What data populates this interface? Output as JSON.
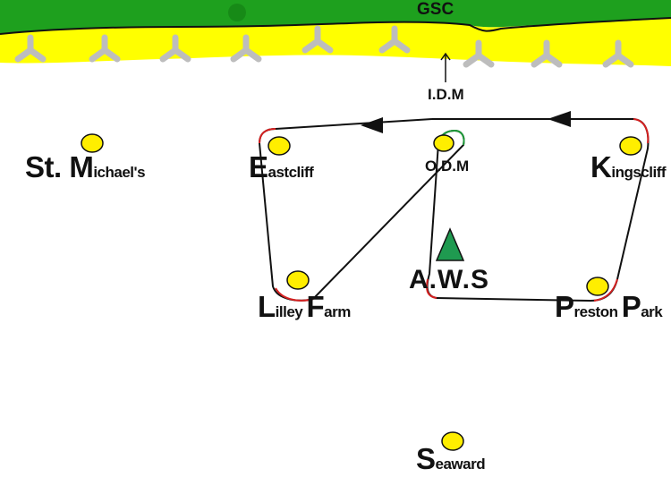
{
  "header": {
    "label": "GSC"
  },
  "markers": {
    "idm": "I.D.M",
    "odm": "O.D.M",
    "aws": "A.W.S"
  },
  "locations": {
    "st_michaels": {
      "initial": "St. M",
      "rest": "ichael's"
    },
    "eastcliff": {
      "initial": "E",
      "rest": "astcliff"
    },
    "kingscliff": {
      "initial": "K",
      "rest": "ingscliff"
    },
    "lilley_farm": {
      "initial1": "L",
      "rest1": "illey ",
      "initial2": "F",
      "rest2": "arm"
    },
    "preston_park": {
      "initial1": "P",
      "rest1": "reston ",
      "initial2": "P",
      "rest2": "ark"
    },
    "seaward": {
      "initial": "S",
      "rest": "eaward"
    }
  },
  "colors": {
    "land": "#1ea01e",
    "beach": "#ffff00",
    "groyne": "#bdbdbd",
    "buoy": "#ffee00",
    "route": "#111111",
    "rounding": "#d42020",
    "odm_rounding": "#1f9a3a",
    "aws_triangle": "#1f9a50"
  }
}
